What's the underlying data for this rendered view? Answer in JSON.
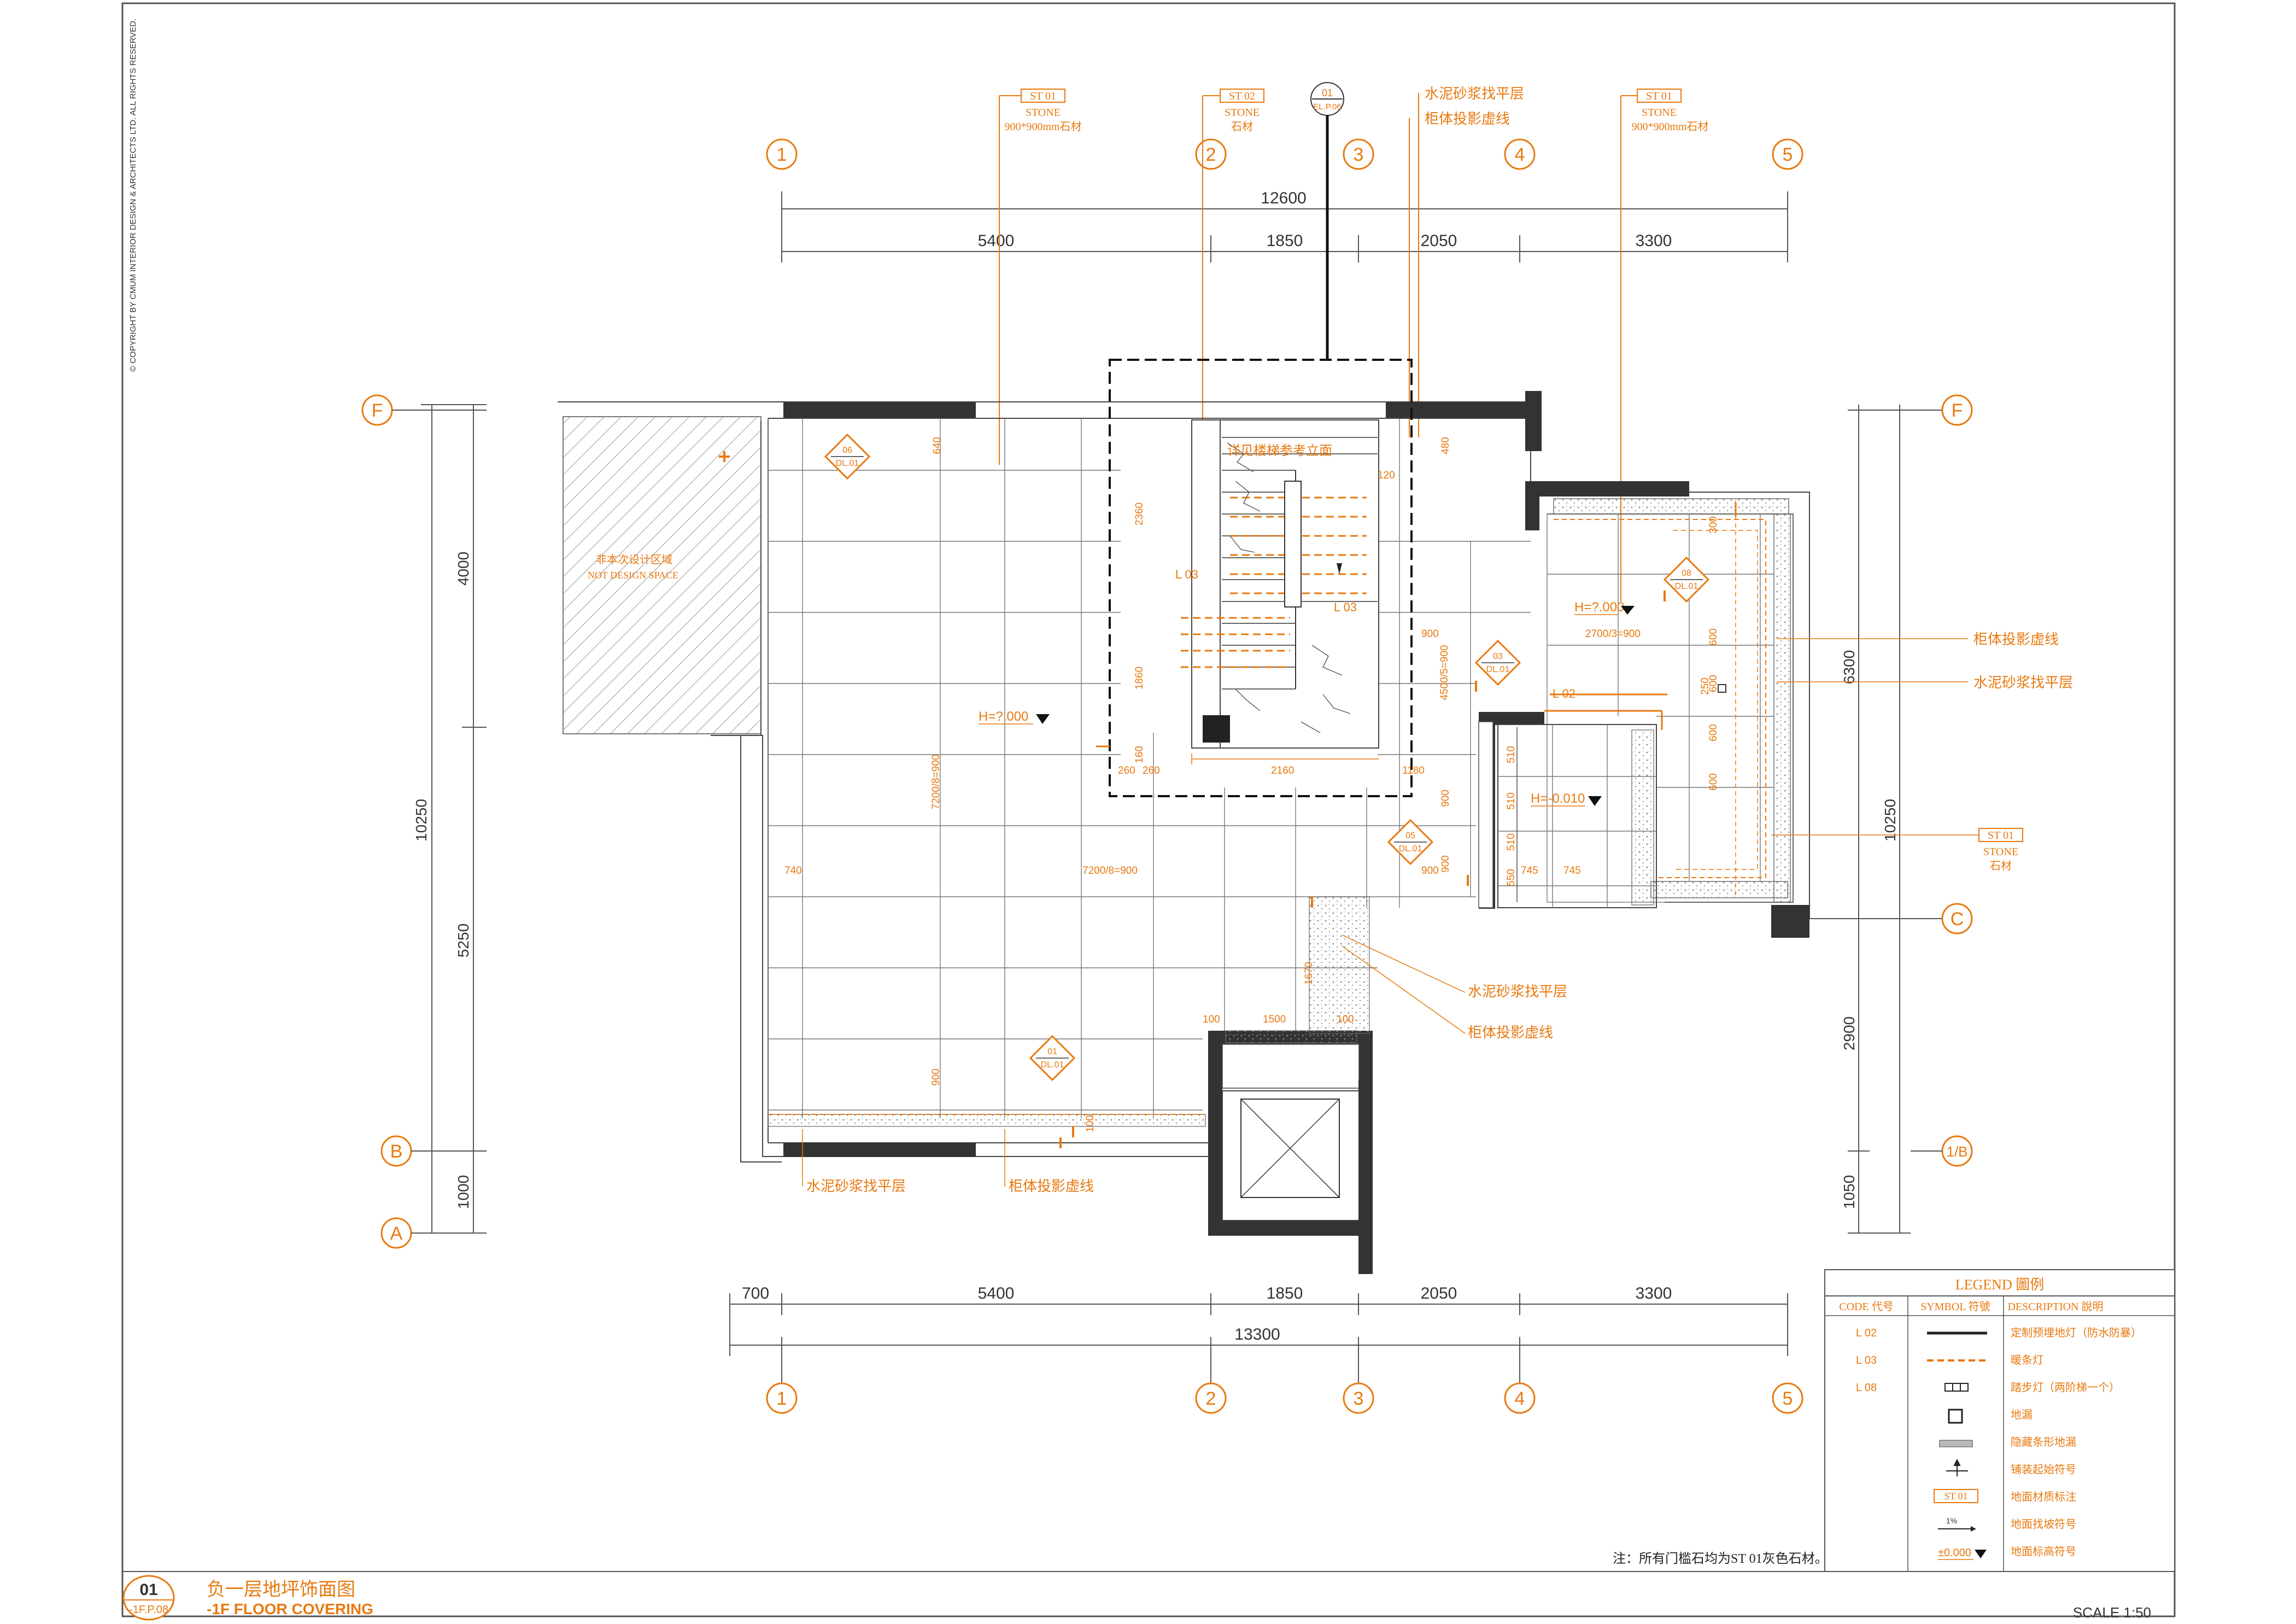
{
  "copyright": "© COPYRIGHT BY CMUM INTERIOR DESIGN & ARCHITECTS LTD. ALL RIGHTS RESERVED.",
  "title_block": {
    "sheet_no": "01",
    "sheet_ref": "-1F.P.08",
    "title_cn": "负一层地坪饰面图",
    "title_en": "-1F FLOOR  COVERING",
    "scale": "SCALE  1:50"
  },
  "note": "注：所有门槛石均为ST 01灰色石材。",
  "grid_bubbles": {
    "columns": [
      "1",
      "2",
      "3",
      "4",
      "5"
    ],
    "rows_left": [
      "F",
      "B",
      "A"
    ],
    "rows_right": [
      "F",
      "C",
      "1/B"
    ]
  },
  "dimensions": {
    "top_total": "12600",
    "top_segments": [
      "5400",
      "1850",
      "2050",
      "3300"
    ],
    "bottom_segments": [
      "700",
      "5400",
      "1850",
      "2050",
      "3300"
    ],
    "bottom_total": "13300",
    "left_segments": [
      "4000",
      "5250",
      "1000"
    ],
    "left_total": "10250",
    "right_segments": [
      "6300",
      "2900",
      "1050"
    ],
    "right_total": "10250"
  },
  "material_tags": [
    {
      "code": "ST  01",
      "name": "STONE",
      "spec": "900*900mm石材"
    },
    {
      "code": "ST  02",
      "name": "STONE",
      "spec": "石材"
    },
    {
      "code": "ST  01",
      "name": "STONE",
      "spec": "900*900mm石材"
    },
    {
      "code": "ST  01",
      "name": "STONE",
      "spec": "石材"
    }
  ],
  "section_marker": {
    "top": "01",
    "bottom": "EL.P.06"
  },
  "annotations": {
    "mortar": "水泥砂浆找平层",
    "projection": "柜体投影虚线",
    "non_design_cn": "非本次设计区域",
    "non_design_en": "NOT DESIGN SPACE",
    "stair_ref": "详见楼梯参考立面",
    "level_main": "H=?.000",
    "level_right": "H=?.000",
    "level_wet": "H=-0.010",
    "l02": "L 02",
    "l03a": "L 03",
    "l03b": "L 03"
  },
  "plan_dims": {
    "d640": "640",
    "d2360": "2360",
    "d1860": "1860",
    "d160": "160",
    "d260a": "260",
    "d260b": "260",
    "d2160": "2160",
    "d1180": "1180",
    "d7200v": "7200/8=900",
    "d740": "740",
    "d7200h": "7200/8=900",
    "d900a": "900",
    "d4500": "4500/5=900",
    "d900b": "900",
    "d2700": "2700/3=900",
    "d900c": "900",
    "d510a": "510",
    "d510b": "510",
    "d510c": "510",
    "d550": "550",
    "d745a": "745",
    "d745b": "745",
    "d900d": "900",
    "d100a": "100",
    "d1500": "1500",
    "d100b": "100",
    "d1670": "1670",
    "d900e": "900",
    "d100c": "100",
    "d120": "120",
    "d480": "480",
    "d600a": "600",
    "d600b": "600",
    "d600c": "600",
    "d600d": "600",
    "d300": "300",
    "d250": "250"
  },
  "detail_markers": [
    {
      "top": "06",
      "bottom": "DL.01"
    },
    {
      "top": "03",
      "bottom": "DL.01"
    },
    {
      "top": "08",
      "bottom": "DL.01"
    },
    {
      "top": "05",
      "bottom": "DL.01"
    },
    {
      "top": "01",
      "bottom": "DL.01"
    }
  ],
  "legend": {
    "title": "LEGEND  圖例",
    "headers": [
      "CODE 代号",
      "SYMBOL 符號",
      "DESCRIPTION 說明"
    ],
    "rows": [
      {
        "code": "L  02",
        "desc": "定制预埋地灯（防水防暴）"
      },
      {
        "code": "L  03",
        "desc": "暖条灯"
      },
      {
        "code": "L  08",
        "desc": "踏步灯（两阶梯一个）"
      },
      {
        "code": "",
        "desc": "地漏"
      },
      {
        "code": "",
        "desc": "隐藏条形地漏"
      },
      {
        "code": "",
        "desc": "铺装起始符号"
      },
      {
        "code": "",
        "symbol_text": "ST    01",
        "desc": "地面材质标注"
      },
      {
        "code": "",
        "symbol_text": "1%",
        "desc": "地面找坡符号"
      },
      {
        "code": "",
        "symbol_text": "±0.000",
        "desc": "地面标高符号"
      }
    ]
  }
}
